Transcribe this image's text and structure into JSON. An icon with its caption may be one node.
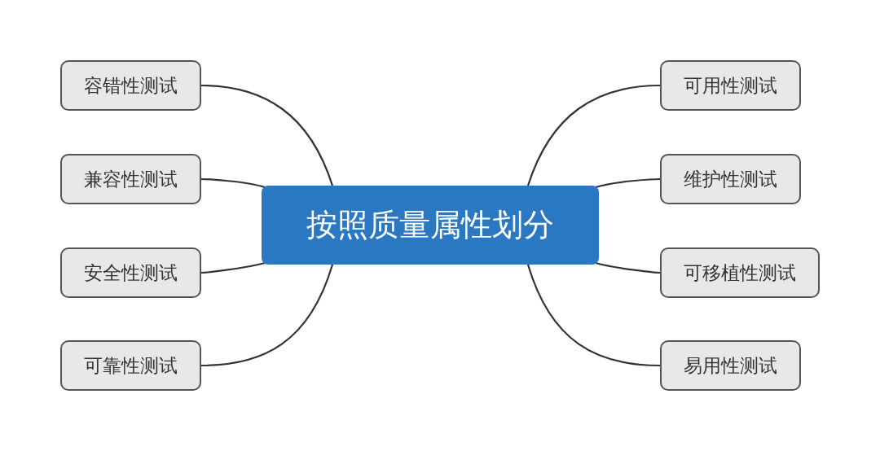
{
  "diagram": {
    "nodes": [
      {
        "text": [
          "按照质量属性划分"
        ]
      },
      {
        "text": [
          "容错性测试"
        ]
      },
      {
        "text": [
          "兼容性测试"
        ]
      },
      {
        "text": [
          "安全性测试"
        ]
      },
      {
        "text": [
          "可靠性测试"
        ]
      },
      {
        "text": [
          "可用性测试"
        ]
      },
      {
        "text": [
          "维护性测试"
        ]
      },
      {
        "text": [
          "可移植性测试"
        ]
      },
      {
        "text": [
          "易用性测试"
        ]
      }
    ],
    "edges": [
      {
        "from": 0,
        "to": 1,
        "arrow": "none"
      },
      {
        "from": 0,
        "to": 2,
        "arrow": "none"
      },
      {
        "from": 0,
        "to": 3,
        "arrow": "none"
      },
      {
        "from": 0,
        "to": 4,
        "arrow": "none"
      },
      {
        "from": 0,
        "to": 5,
        "arrow": "none"
      },
      {
        "from": 0,
        "to": 6,
        "arrow": "none"
      },
      {
        "from": 0,
        "to": 7,
        "arrow": "none"
      },
      {
        "from": 0,
        "to": 8,
        "arrow": "none"
      }
    ]
  }
}
